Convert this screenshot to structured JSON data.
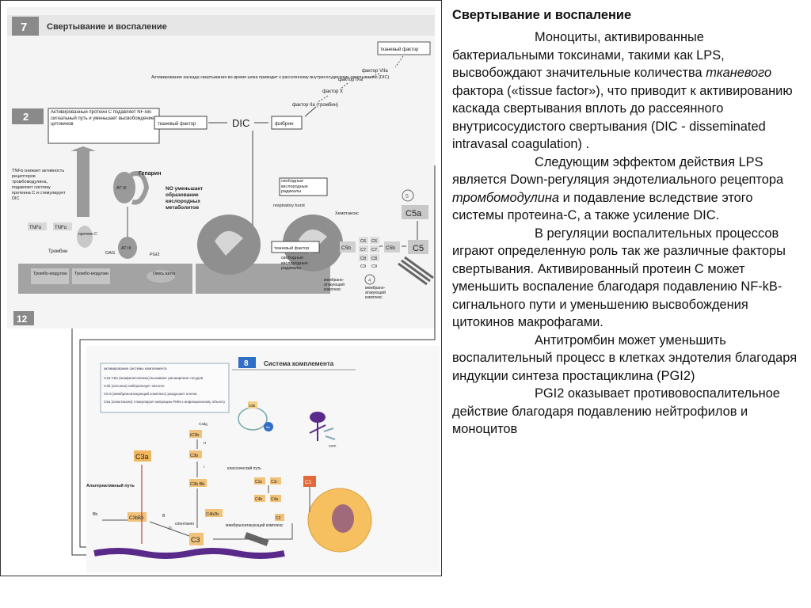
{
  "figure": {
    "panel_top": {
      "badge_7": "7",
      "title": "Свертывание и воспаление",
      "badge_2": "2",
      "badge_12": "12",
      "box_protein_c": "Активированный протеин C подавляет NF-kB-сигнальный путь и уменьшает высвобождение цитокинов",
      "box_dic_note": "Активирование каскада свертывания во время шока приводит к рассеянному внутрисосудистому свертыванию (DIC)",
      "tissue_factor_left": "тканевый фактор",
      "dic": "DIC",
      "fibrin": "фибрин",
      "factor_viia": "фактор VIIa",
      "factor_ixa": "фактор IXa",
      "factor_x": "фактор X",
      "factor_iia": "фактор IIa (тромбин)",
      "tissue_factor_box": "тканевый фактор",
      "tnf_note": "TNFα снижает активность рецепторов тромбомодулина, подавляет систему протеина C и стимулирует DIC",
      "tnf_a1": "TNFα",
      "tnf_a2": "TNFα",
      "protein_c": "протеин C",
      "thrombin": "Тромбин",
      "thrombomodulin1": "Тромбо-модулин",
      "thrombomodulin2": "Тромбо-модулин",
      "heparin": "Гепарин",
      "at3_top": "AT III",
      "at3_mid": "AT III",
      "gag": "GAG",
      "pgi2": "PGI2",
      "nitric_oxide": "Окись азота",
      "no_note": "NO уменьшает образование кислородных метаболитов",
      "free_radicals_top": "свободные кислородные радикалы",
      "free_radicals_bottom": "свободные кислородные радикалы",
      "respiratory_burst": "respiratory burst",
      "chemotaxis": "Хемотаксис",
      "c5a": "C5a",
      "c5b_left": "C5b",
      "c5b_right": "C5b",
      "c5": "C5",
      "c6": "C6",
      "c7": "C7",
      "c8": "C8",
      "c9": "C9",
      "mac1": "мембрано-атакующий комплекс",
      "mac2": "мембрано-атакующий комплекс",
      "num4": "4",
      "num5": "5"
    },
    "panel_bottom": {
      "badge_8": "8",
      "title": "Система комплемента",
      "legend_1": "активирование системы комплемента",
      "legend_2": "C3a C5a (анафилатоксины) вызывают расширение сосудов",
      "legend_3": "C3b (опсонин) нейтрализует патоген",
      "legend_4": "C5-9 (мембраноатакующий комплекс) разрушает клетки",
      "legend_5": "C5a (хемотаксин) стимулирует миграцию PMN к инфекционному объекту",
      "alt_path": "Альтернативный путь",
      "classic_path": "классический путь",
      "mac": "мембраноатакующий комплекс",
      "spontaneous": "спонтанно",
      "crp": "CRP",
      "c3a": "C3a",
      "c3": "C3",
      "c3b": "C3b",
      "c3bbb": "C3bBb",
      "ic3b": "iC3b",
      "c3dg": "C3dg",
      "c3bbb2": "C3b Bb",
      "c4b2b": "C4b2b",
      "c1q": "C1",
      "c1s": "C1s",
      "c1r": "C1r",
      "c4b": "C4b",
      "c4a": "C4a",
      "c2": "C2",
      "bb": "Bb",
      "b": "B",
      "h": "H",
      "i": "I",
      "d": "D",
      "c8b": "C8b",
      "ba": "Ba"
    }
  },
  "text": {
    "heading": "Свертывание и воспаление",
    "p1_a": "Моноциты, активированные бактериальными токсинами, такими как LPS, высвобождают значительные количества ",
    "p1_em": "тканевого",
    "p1_b": " фактора («tissue factor»), что приводит к активированию каскада свертывания  вплоть до рассеянного  внутрисосудистого свертывания (DIC - disseminated intravasal coagulation) .",
    "p2_a": "Следующим эффектом  действия LPS  является Down-регуляция эндотелиального рецептора   ",
    "p2_em": "тромбомодулина",
    "p2_b": " и подавление вследствие этого системы протеина-С, а также усиление DIC.",
    "p3": "В регуляции воспалительных процессов играют определенную роль так же различные факторы свертывания.  Активированный протеин С может уменьшить воспаление благодаря подавлению  NF-kB-сигнального пути и уменьшению высвобождения цитокинов макрофагами.",
    "p4": "Антитромбин может уменьшить воспалительный процесс в клетках эндотелия благодаря индукции синтеза простациклина  (PGI2)",
    "p5": "PGI2 оказывает противовоспалительное действие благодаря подавлению нейтрофилов и моноцитов"
  },
  "colors": {
    "blue_badge": "#2f6fc7",
    "gray_badge": "#8a8a8a",
    "membrane": "#9a9a9a",
    "purple": "#5a2a8a",
    "orange": "#f6c060",
    "red_label": "#b02020"
  }
}
